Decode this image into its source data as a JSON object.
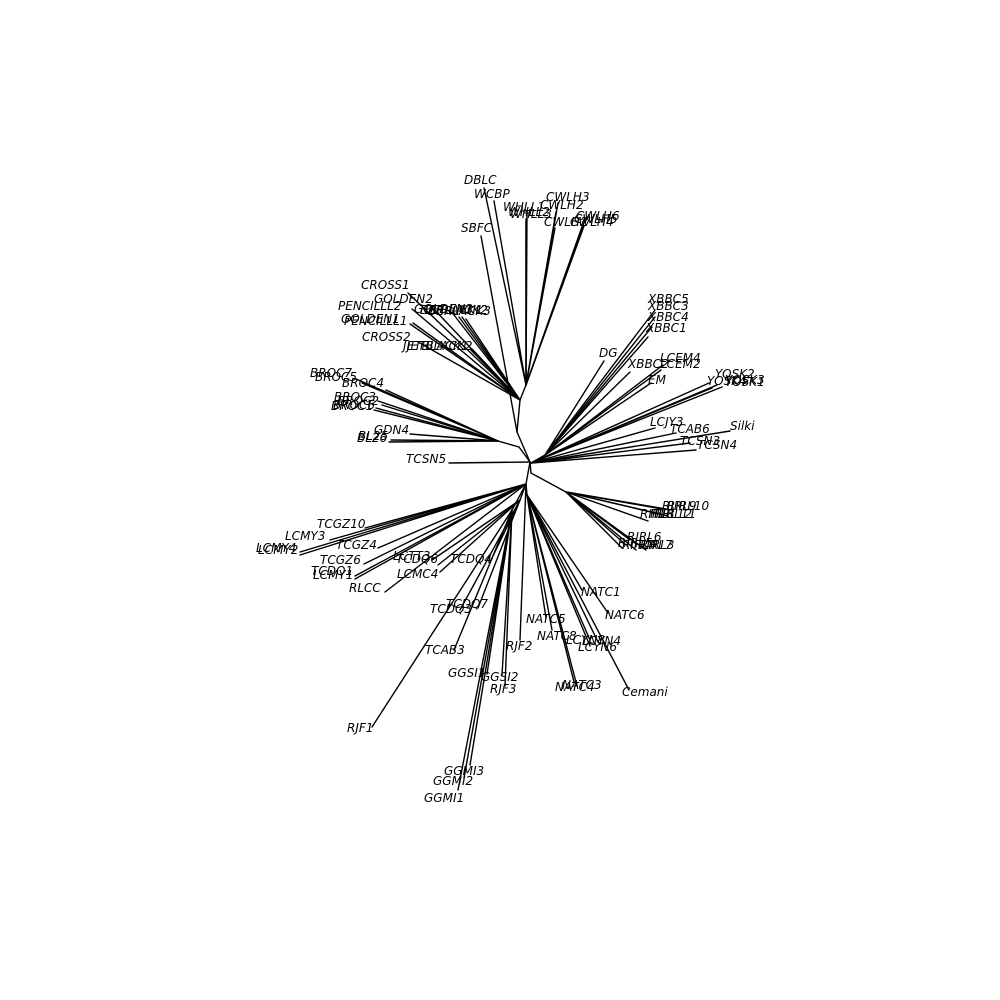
{
  "tree": {
    "type": "unrooted-phylogram",
    "line_color": "#000000",
    "label_color": "#000000",
    "taxa": [
      "DBLC",
      "WCBP",
      "WHLL1",
      "WHLL2",
      "WHLL3",
      "CWLH3",
      "CWLH2",
      "CWLH1",
      "CWLH4",
      "CWLH5",
      "CWLH6",
      "SBFC",
      "CROSS1",
      "GOLDEN2",
      "GOLDEN1",
      "PENCILLL2",
      "PENCILLL1",
      "CROSS2",
      "GOLDEN3",
      "BERLACK1",
      "BERLACK2",
      "BERLACK3",
      "JETBLACK1",
      "JETBLACK2",
      "BROC7",
      "BROC5",
      "BROC4",
      "BROC3",
      "BROC2",
      "BROC6",
      "BROC1",
      "GDN4",
      "BL25",
      "BL26",
      "TCSN5",
      "XBBC5",
      "XBBC3",
      "XBBC4",
      "XBBC1",
      "DG",
      "XBBC2",
      "LCEM4",
      "LCEM2",
      "EM",
      "YOSK2",
      "YOSK3",
      "YOSK1",
      "YOSK4",
      "LCJY3",
      "TCAB6",
      "Silki",
      "TCSN3",
      "TCSN4",
      "RIRL9",
      "RIRL10",
      "RIRL11",
      "RIRL12",
      "RIRL8",
      "RIRL6",
      "RIRL5",
      "RIRL4",
      "RIRL3",
      "RIRL7",
      "TCGZ10",
      "LCMY3",
      "LCMY4",
      "LCMY2",
      "TCGZ4",
      "TCGZ6",
      "TCDQ1",
      "LCMY1",
      "RLCC",
      "LCTT3",
      "TCDQ6",
      "TCDQ4",
      "LCMC4",
      "TCDQ7",
      "TCDQ3",
      "TCAB3",
      "RJF1",
      "GGSI1",
      "GGSI2",
      "RJF3",
      "RJF2",
      "GGMI3",
      "GGMI2",
      "GGMI1",
      "NATC1",
      "NATC6",
      "NATC5",
      "NATC8",
      "LCYN8",
      "LCYN4",
      "LCYN6",
      "NATC3",
      "NATC4",
      "Cemani"
    ]
  }
}
